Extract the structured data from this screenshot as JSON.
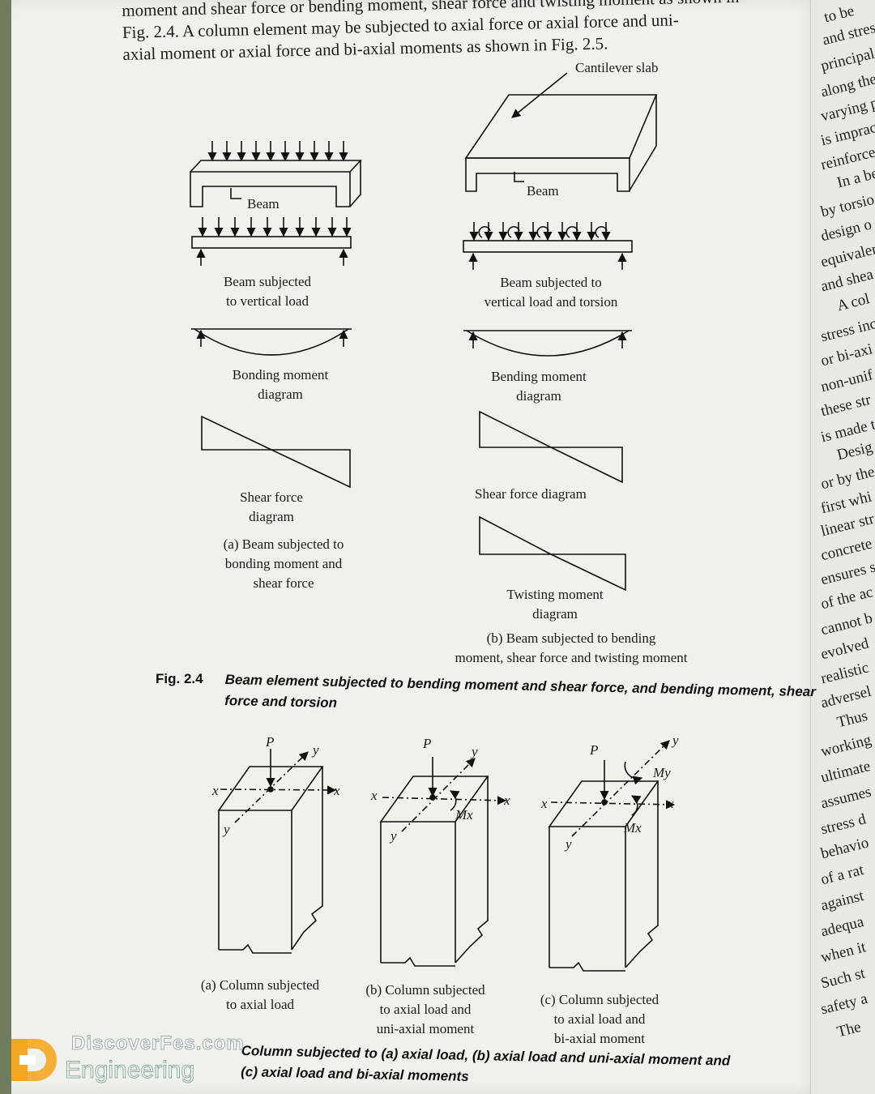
{
  "intro": {
    "line1": "moment and shear force or bending moment, shear force and twisting moment as shown in",
    "line2": "Fig. 2.4. A column element may be subjected to axial force or axial force and uni-",
    "line3": "axial moment or axial force and bi-axial moments as shown in Fig. 2.5."
  },
  "fig24": {
    "labels": {
      "beam_left": "Beam",
      "cantilever_slab": "Cantilever slab",
      "beam_right": "Beam",
      "vertical_load_1": "Beam subjected",
      "vertical_load_2": "to vertical load",
      "torsion_1": "Beam subjected to",
      "torsion_2": "vertical load and torsion",
      "bm_left_1": "Bonding moment",
      "bm_left_2": "diagram",
      "bm_right_1": "Bending moment",
      "bm_right_2": "diagram",
      "sf_left_1": "Shear force",
      "sf_left_2": "diagram",
      "sf_right": "Shear force diagram",
      "sub_a_1": "(a) Beam subjected to",
      "sub_a_2": "bonding moment and",
      "sub_a_3": "shear force",
      "tm_1": "Twisting moment",
      "tm_2": "diagram",
      "sub_b_1": "(b) Beam subjected to bending",
      "sub_b_2": "moment, shear force and twisting moment"
    },
    "caption_num": "Fig. 2.4",
    "caption_1": "Beam element subjected to bending moment and shear force, and bending moment, shear",
    "caption_2": "force and torsion"
  },
  "fig25": {
    "sym_p": "P",
    "sym_x": "x",
    "sym_y": "y",
    "sym_mx": "Mx",
    "sym_my": "My",
    "sub_a_1": "(a) Column subjected",
    "sub_a_2": "to axial load",
    "sub_b_1": "(b) Column subjected",
    "sub_b_2": "to axial load and",
    "sub_b_3": "uni-axial moment",
    "sub_c_1": "(c) Column subjected",
    "sub_c_2": "to axial load and",
    "sub_c_3": "bi-axial moment",
    "caption_1": "Column subjected to (a) axial load, (b) axial load and uni-axial moment and",
    "caption_2": "(c) axial load and bi-axial moments"
  },
  "side_text": [
    "to be",
    "and stress",
    "principal t",
    "along the",
    "varying p",
    "is imprac",
    "reinforce",
    "In a be",
    "by torsio",
    "design o",
    "equivaler",
    "and shea",
    "A col",
    "stress inc",
    "or bi-axi",
    "non-unif",
    "these str",
    "is made t",
    "Desig",
    "or by the",
    "first whi",
    "linear str",
    "concrete",
    "ensures s",
    "of the ac",
    "cannot b",
    "evolved",
    "realistic",
    "adversel",
    "Thus",
    "working",
    "ultimate",
    "assumes",
    "stress d",
    "behavio",
    "of a rat",
    "against",
    "adequa",
    "when it",
    "Such st",
    "safety a",
    "The"
  ],
  "watermark": {
    "top": "DiscoverFes.com",
    "bottom": "Engineering"
  }
}
